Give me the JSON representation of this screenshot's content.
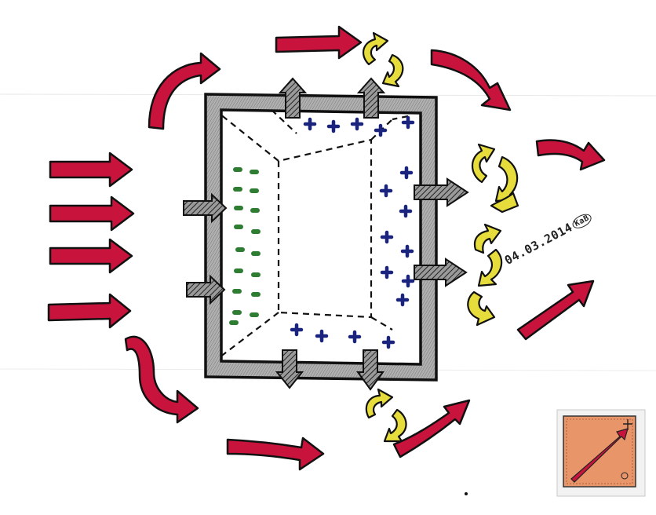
{
  "annotation": {
    "date": "04.03.2014",
    "initials": "KaB"
  },
  "colors": {
    "wind_arrow": "#c8143c",
    "outline": "#111111",
    "wall": "#8c8c8c",
    "green_mark": "#2e7d32",
    "blue_mark": "#1a237e",
    "yellow_arrow": "#e6dc3c",
    "wall_arrow": "#444444",
    "thumbnail_fill": "#e8956a"
  },
  "icons": {
    "wind": "red-curved-arrow",
    "turbulence": "yellow-circular-arrow",
    "pressure": "hatched-block-arrow",
    "thumbnail": "orange-square-with-arrow"
  }
}
